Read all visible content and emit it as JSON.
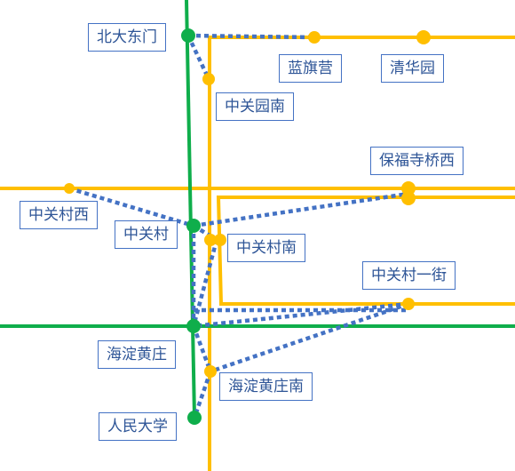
{
  "colors": {
    "green_line": "#0fae4b",
    "yellow_line": "#ffbf00",
    "connection": "#4472c4",
    "label_text": "#2e5597"
  },
  "stations": {
    "beida_dongmen": "北大东门",
    "lanqiying": "蓝旗营",
    "qinghuayuan": "清华园",
    "zhongguanyuan_nan": "中关园南",
    "baofusi_qiaoxi": "保福寺桥西",
    "zhongguancun_xi": "中关村西",
    "zhongguancun": "中关村",
    "zhongguancun_nan": "中关村南",
    "zhongguancun_yijie": "中关村一街",
    "haidian_huangzhuang": "海淀黄庄",
    "haidian_huangzhuang_nan": "海淀黄庄南",
    "renmin_daxue": "人民大学"
  }
}
